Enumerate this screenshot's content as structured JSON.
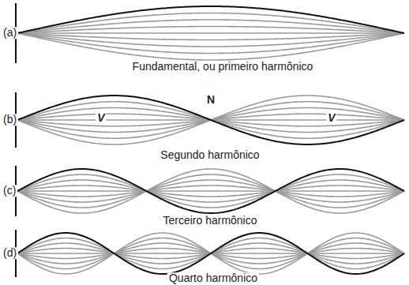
{
  "diagram": {
    "labels": [
      "(a)",
      "Fundamental, ou primeiro harmônico",
      "(b)",
      "V",
      "N",
      "V",
      "Segundo harmônico",
      "(c)",
      "Terceiro harmônico",
      "(d)",
      "Quarto harmônico"
    ]
  }
}
